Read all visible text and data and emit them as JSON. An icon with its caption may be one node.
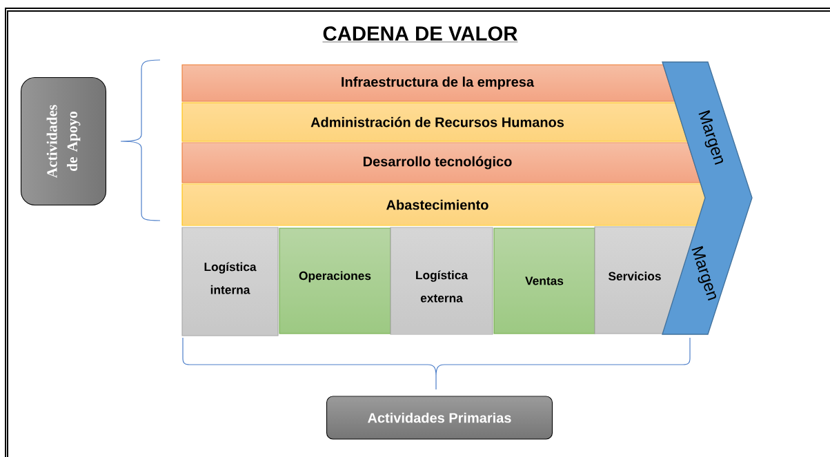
{
  "diagram": {
    "title": "CADENA DE VALOR",
    "nodes": [
      {
        "text": [
          "Actividades de Apoyo"
        ]
      },
      {
        "text": [
          "Infraestructura de la empresa"
        ]
      },
      {
        "text": [
          "Administración de Recursos Humanos"
        ]
      },
      {
        "text": [
          "Desarrollo tecnológico"
        ]
      },
      {
        "text": [
          "Abastecimiento"
        ]
      },
      {
        "text": [
          "Margen",
          "Margen"
        ]
      },
      {
        "text": [
          "Logística interna"
        ]
      },
      {
        "text": [
          "Operaciones"
        ]
      },
      {
        "text": [
          "Logística externa"
        ]
      },
      {
        "text": [
          "Ventas"
        ]
      },
      {
        "text": [
          "Servicios"
        ]
      },
      {
        "text": [
          "Actividades Primarias"
        ]
      }
    ]
  }
}
